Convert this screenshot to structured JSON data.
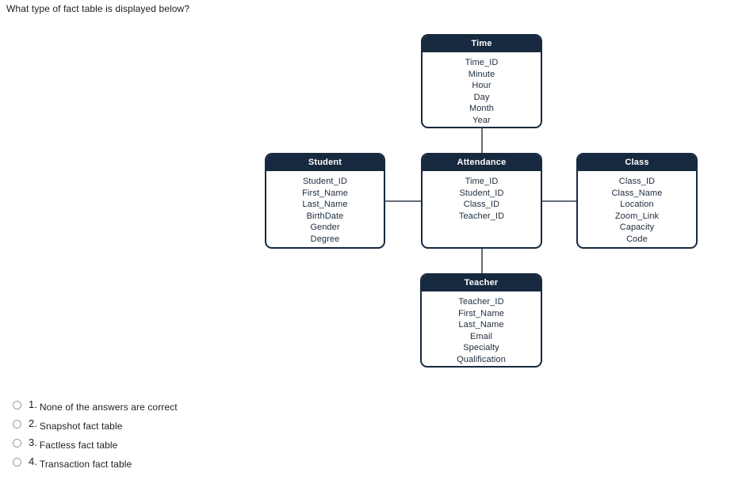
{
  "question": "What type of fact table is displayed below?",
  "colors": {
    "entity_header_bg": "#17293e",
    "entity_border": "#17293e",
    "entity_field_text": "#1c2b3e",
    "connector": "#646d76",
    "radio_border": "#98a0a8",
    "text": "#1f1f1f"
  },
  "diagram": {
    "tables": [
      {
        "id": "time",
        "title": "Time",
        "fields": [
          "Time_ID",
          "Minute",
          "Hour",
          "Day",
          "Month",
          "Year"
        ]
      },
      {
        "id": "student",
        "title": "Student",
        "fields": [
          "Student_ID",
          "First_Name",
          "Last_Name",
          "BirthDate",
          "Gender",
          "Degree"
        ]
      },
      {
        "id": "attendance",
        "title": "Attendance",
        "fields": [
          "Time_ID",
          "Student_ID",
          "Class_ID",
          "Teacher_ID"
        ]
      },
      {
        "id": "class",
        "title": "Class",
        "fields": [
          "Class_ID",
          "Class_Name",
          "Location",
          "Zoom_Link",
          "Capacity",
          "Code"
        ]
      },
      {
        "id": "teacher",
        "title": "Teacher",
        "fields": [
          "Teacher_ID",
          "First_Name",
          "Last_Name",
          "Email",
          "Specialty",
          "Qualification"
        ]
      }
    ],
    "connections": [
      {
        "from": "Time",
        "to": "Attendance"
      },
      {
        "from": "Student",
        "to": "Attendance"
      },
      {
        "from": "Attendance",
        "to": "Class"
      },
      {
        "from": "Attendance",
        "to": "Teacher"
      }
    ]
  },
  "options": [
    {
      "number": "1.",
      "label": "None of the answers are correct",
      "selected": false
    },
    {
      "number": "2.",
      "label": "Snapshot fact table",
      "selected": false
    },
    {
      "number": "3.",
      "label": "Factless fact table",
      "selected": false
    },
    {
      "number": "4.",
      "label": "Transaction fact table",
      "selected": false
    }
  ]
}
